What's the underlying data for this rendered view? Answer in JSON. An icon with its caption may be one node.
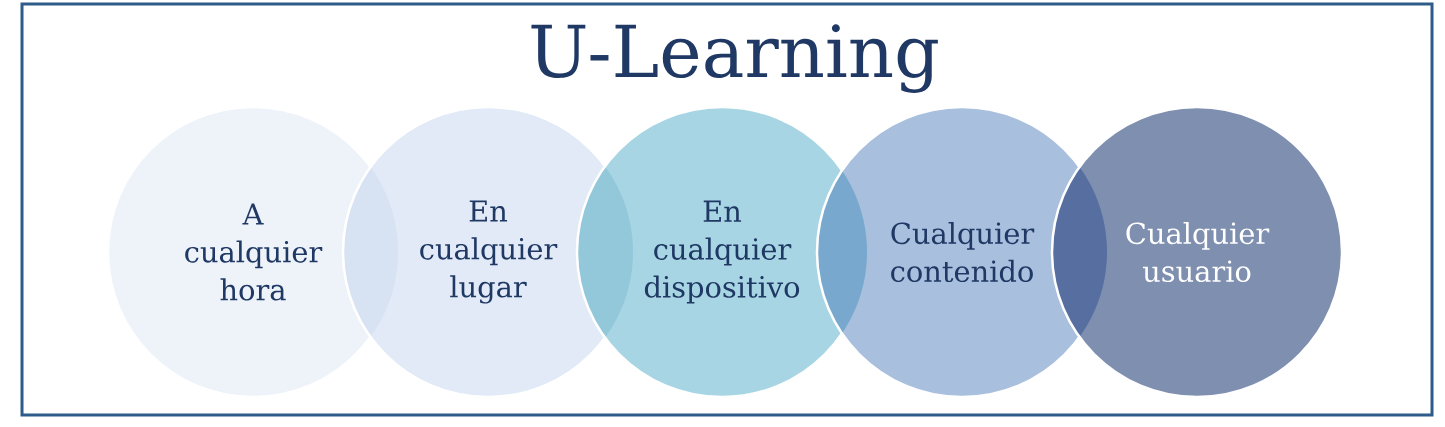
{
  "diagram": {
    "title": "U-Learning",
    "nodes": [
      {
        "text": [
          "A cualquier hora"
        ]
      },
      {
        "text": [
          "En cualquier lugar"
        ]
      },
      {
        "text": [
          "En cualquier dispositivo"
        ]
      },
      {
        "text": [
          "Cualquier contenido"
        ]
      },
      {
        "text": [
          "Cualquier usuario"
        ]
      }
    ]
  }
}
